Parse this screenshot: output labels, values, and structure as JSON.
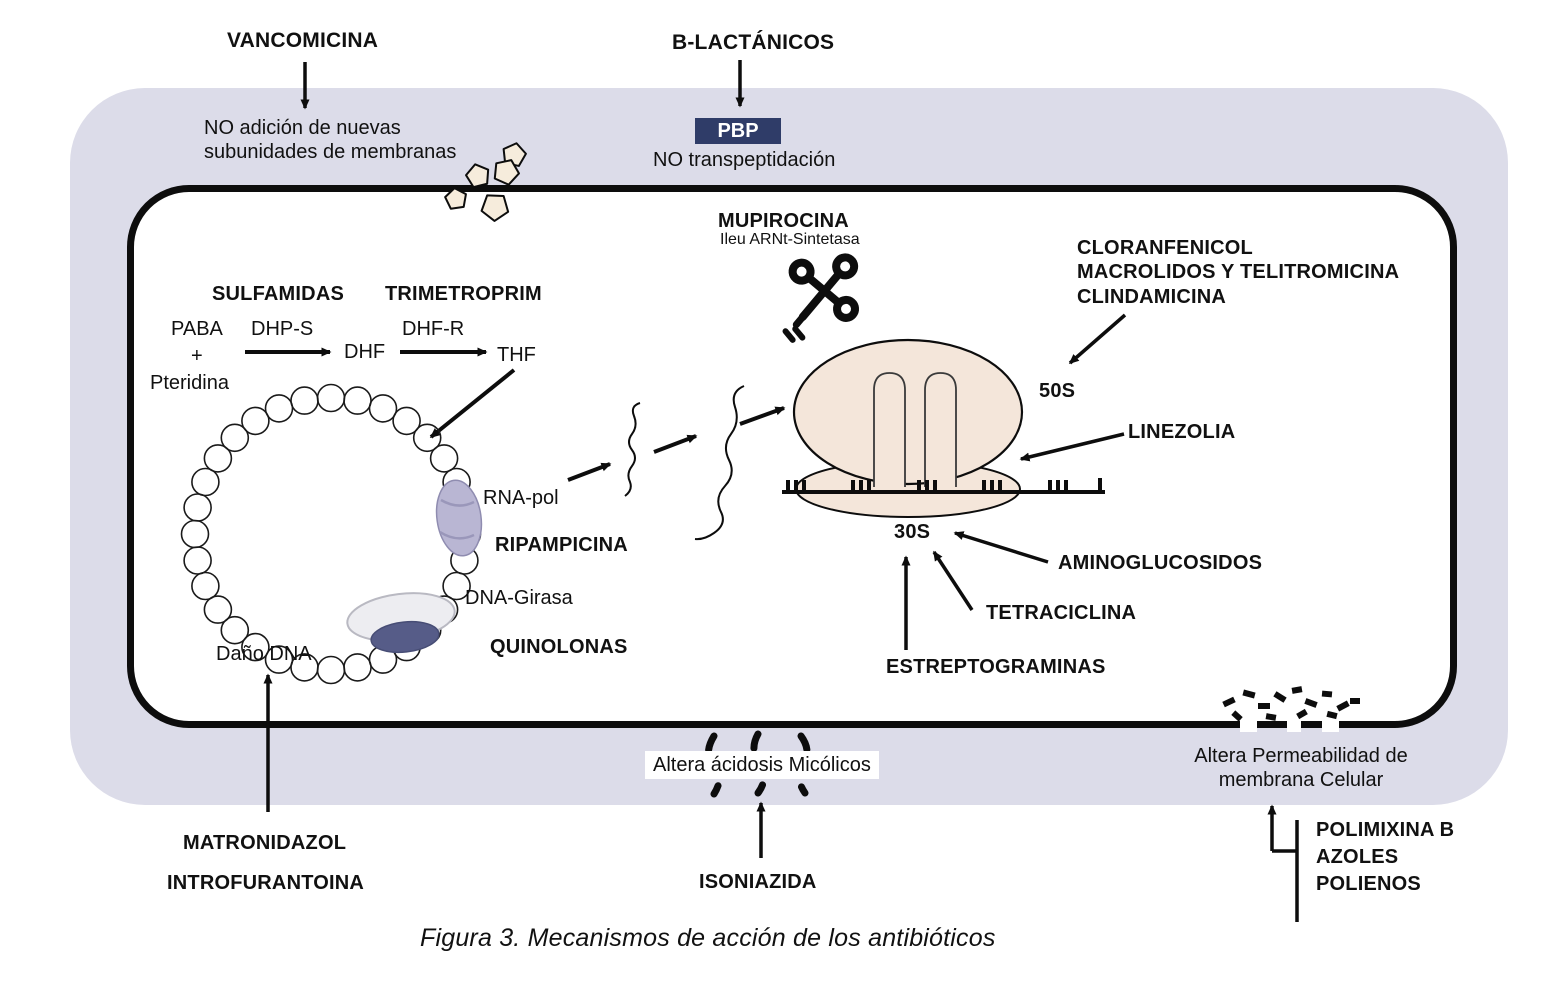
{
  "figure": {
    "caption": "Figura 3. Mecanismos de acción de los antibióticos"
  },
  "cell_wall": {
    "vancomicina": "VANCOMICINA",
    "vancomicina_effect": "NO adición de nuevas subunidades de membranas",
    "b_lactanicos": "B-LACTÁNICOS",
    "pbp": "PBP",
    "pbp_effect": "NO transpeptidación"
  },
  "protein_synthesis": {
    "mupirocina": "MUPIROCINA",
    "mupirocina_target": "Ileu ARNt-Sintetasa",
    "inhibitors_50s": "CLORANFENICOL\nMACROLIDOS Y TELITROMICINA\nCLINDAMICINA",
    "subunit_50s": "50S",
    "subunit_30s": "30S",
    "linezolia": "LINEZOLIA",
    "aminoglucosidos": "AMINOGLUCOSIDOS",
    "tetraciclina": "TETRACICLINA",
    "estreptograminas": "ESTREPTOGRAMINAS"
  },
  "folate_pathway": {
    "sulfamidas": "SULFAMIDAS",
    "trimetroprim": "TRIMETROPRIM",
    "paba": "PABA",
    "plus": "+",
    "pteridina": "Pteridina",
    "dhp_s": "DHP-S",
    "dhf": "DHF",
    "dhf_r": "DHF-R",
    "thf": "THF"
  },
  "dna_processes": {
    "rna_pol": "RNA-pol",
    "ripampicina": "RIPAMPICINA",
    "dna_girasa": "DNA-Girasa",
    "quinolonas": "QUINOLONAS",
    "dano_dna": "Daño DNA",
    "matronidazol": "MATRONIDAZOL",
    "introfurantoina": "INTROFURANTOINA"
  },
  "mycolic_acids": {
    "effect": "Altera ácidosis Micólicos",
    "isoniazida": "ISONIAZIDA"
  },
  "membrane": {
    "effect": "Altera Permeabilidad de\nmembrana Celular",
    "polimixina_b": "POLIMIXINA B",
    "azoles": "AZOLES",
    "polienos": "POLIENOS"
  },
  "colors": {
    "cell_wall_band": "#dcdce9",
    "pbp_navy": "#2f3c68",
    "gyrase_navy": "#565c88",
    "rna_pol_purple": "#b9b6d3",
    "ribosome_beige": "#f4e6da",
    "outline": "#0d0d0d"
  }
}
